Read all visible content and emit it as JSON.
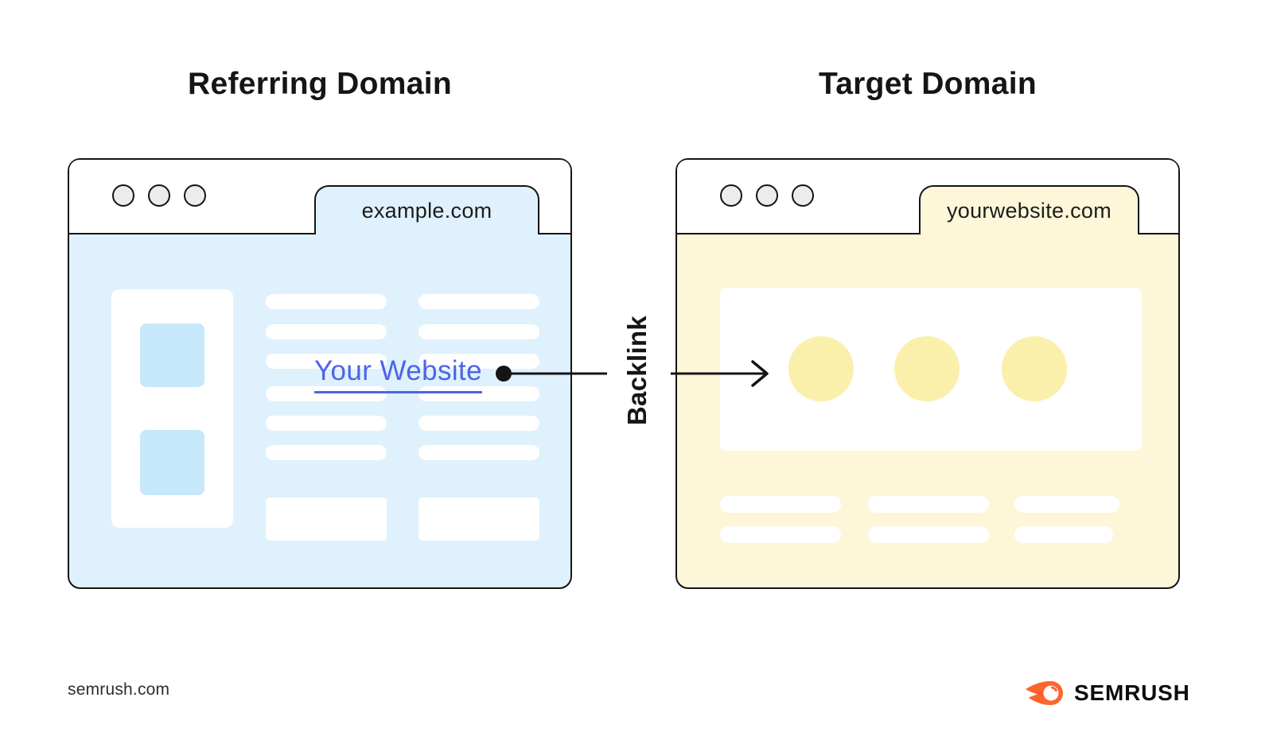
{
  "headings": {
    "referring": "Referring Domain",
    "target": "Target Domain"
  },
  "referring_window": {
    "tab_label": "example.com",
    "link_text": "Your Website"
  },
  "target_window": {
    "tab_label": "yourwebsite.com"
  },
  "connector": {
    "label": "Backlink"
  },
  "footer": {
    "source_text": "semrush.com",
    "brand_name": "SEMRUSH"
  },
  "colors": {
    "referring_fill": "#DFF1FC",
    "referring_accent": "#C7E7FA",
    "target_fill": "#FDF6D8",
    "target_accent": "#FBEFAC",
    "link_blue": "#4E63EA",
    "outline": "#141414",
    "window_control": "#ECECEC",
    "brand_orange": "#FF642D"
  }
}
